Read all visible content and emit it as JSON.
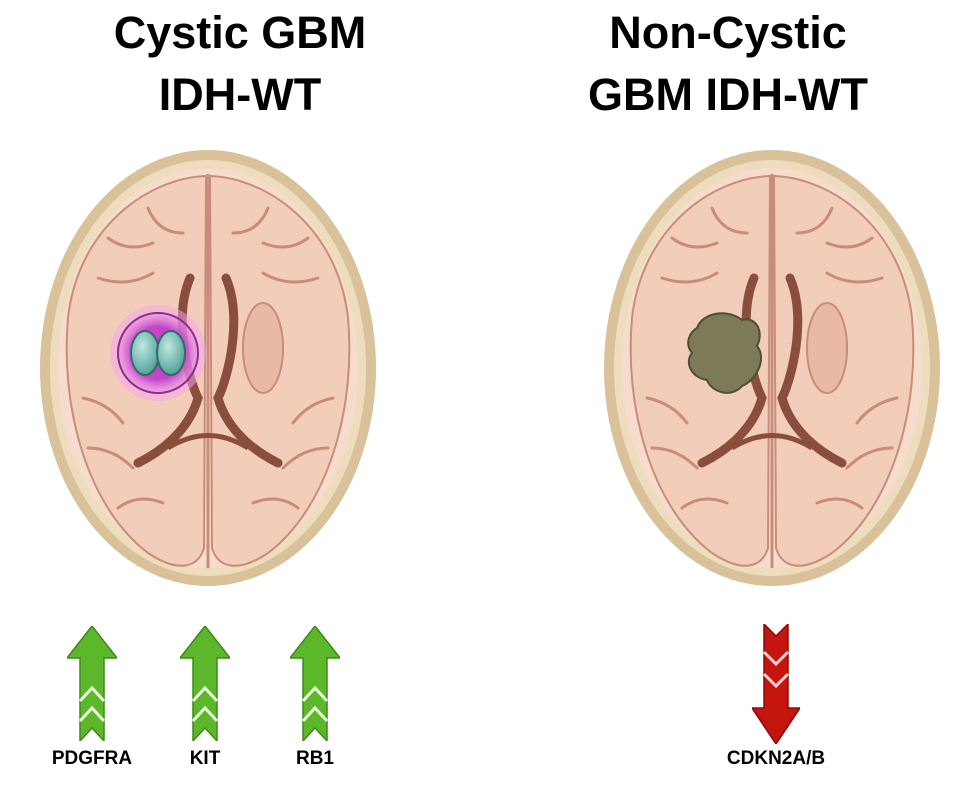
{
  "panels": {
    "left": {
      "title_line1": "Cystic GBM",
      "title_line2": "IDH-WT",
      "genes": [
        "PDGFRA",
        "KIT",
        "RB1"
      ],
      "gene_direction": "up",
      "arrow_color": "#5cb82a"
    },
    "right": {
      "title_line1": "Non-Cystic",
      "title_line2": "GBM IDH-WT",
      "genes": [
        "CDKN2A/B"
      ],
      "gene_direction": "down",
      "arrow_color": "#c4150f"
    }
  },
  "colors": {
    "skull": "#e8d4b4",
    "brain_tissue": "#f2cdb9",
    "sulci": "#c98c7a",
    "ventricle": "#8a4e3e",
    "cystic_tumor_rim": "#c23ec9",
    "cyst_fluid": "#6db9b0",
    "solid_tumor": "#7c7a58"
  }
}
